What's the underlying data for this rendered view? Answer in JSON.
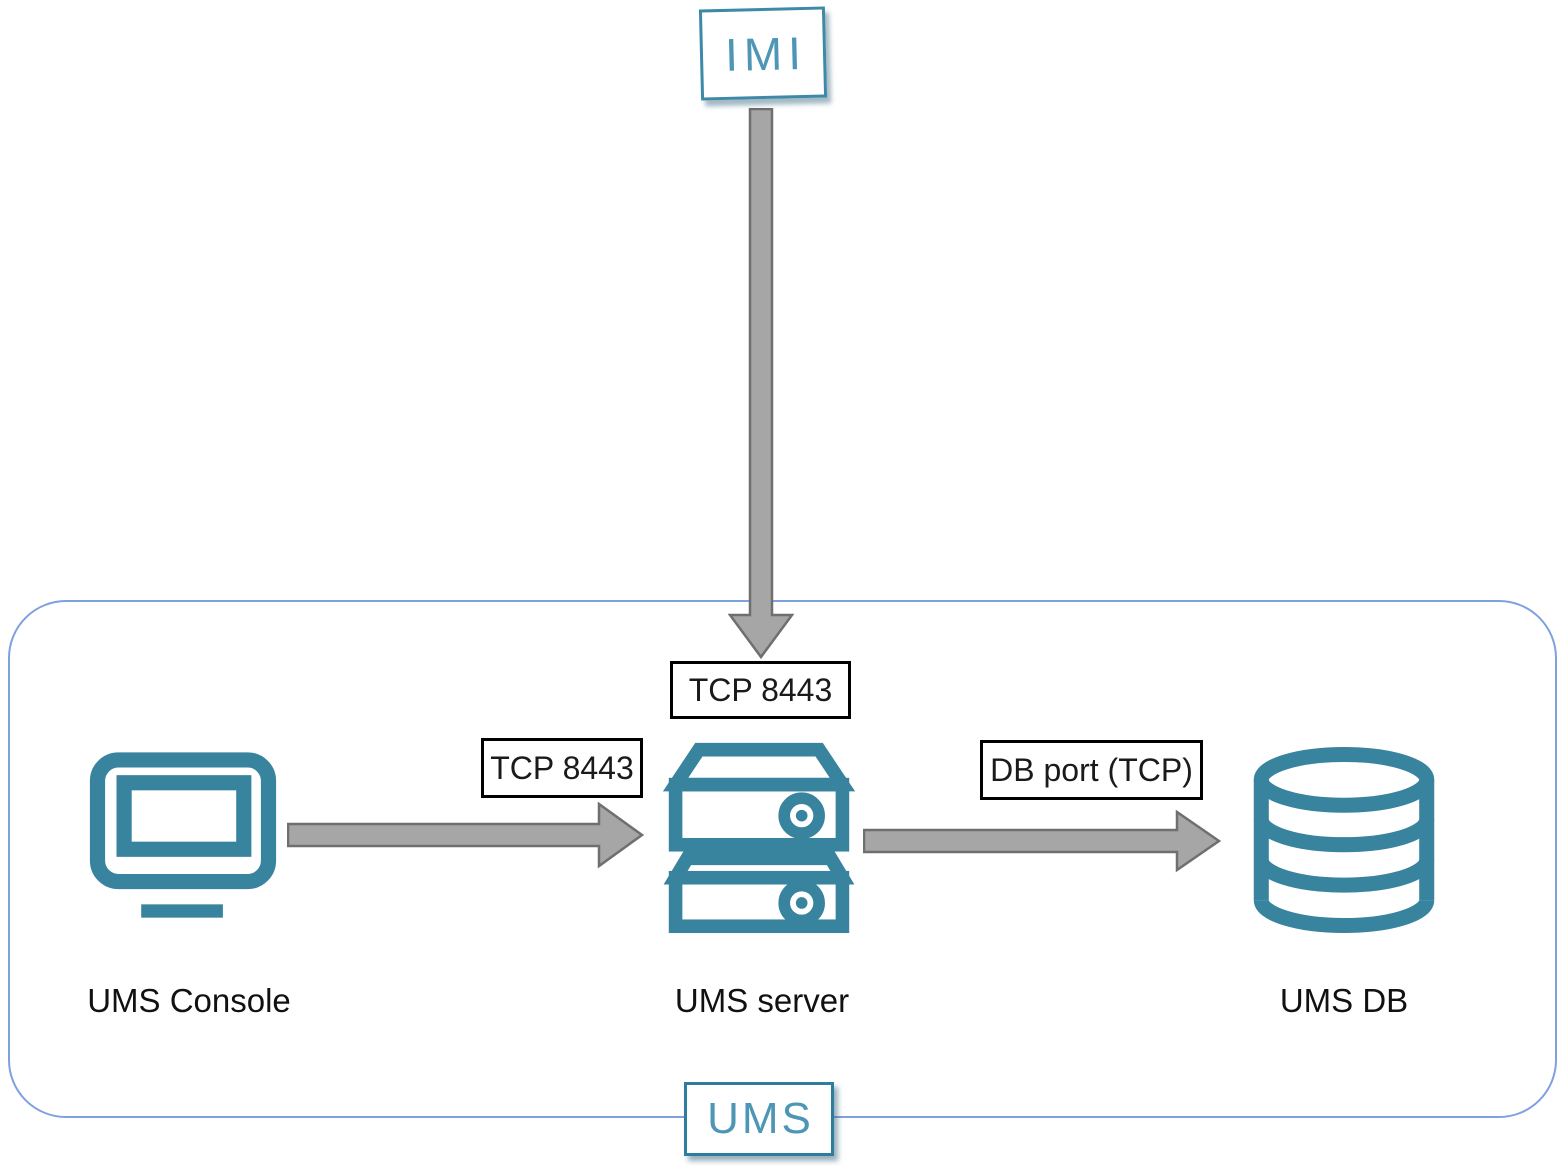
{
  "diagram": {
    "external_node": {
      "id": "imi",
      "label": "IMI"
    },
    "boundary": {
      "id": "ums-zone",
      "label": "UMS"
    },
    "nodes": [
      {
        "id": "ums-console",
        "label": "UMS Console",
        "icon": "monitor-icon"
      },
      {
        "id": "ums-server",
        "label": "UMS server",
        "icon": "server-icon"
      },
      {
        "id": "ums-db",
        "label": "UMS DB",
        "icon": "database-icon"
      }
    ],
    "edges": [
      {
        "from": "IMI",
        "to": "UMS server",
        "label": "TCP 8443",
        "direction": "down"
      },
      {
        "from": "UMS Console",
        "to": "UMS server",
        "label": "TCP 8443",
        "direction": "right"
      },
      {
        "from": "UMS server",
        "to": "UMS DB",
        "label": "DB port (TCP)",
        "direction": "right"
      }
    ],
    "colors": {
      "teal": "#38839e",
      "logo_teal": "#4e96b6",
      "arrow_fill": "#a6a6a6",
      "arrow_outline": "#6f6f6f",
      "boundary_border": "#7fa1e0",
      "label_border": "#000000",
      "label_text": "#1a1a1a"
    }
  }
}
